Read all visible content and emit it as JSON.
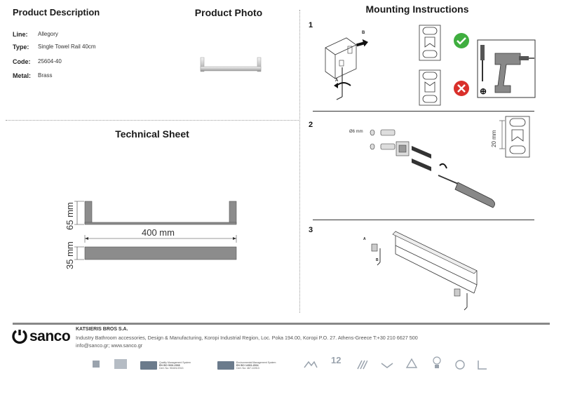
{
  "product_description": {
    "heading": "Product Description",
    "rows": [
      {
        "key": "Line:",
        "value": "Allegory"
      },
      {
        "key": "Type:",
        "value": "Single Towel Rail 40cm"
      },
      {
        "key": "Code:",
        "value": "25604-40"
      },
      {
        "key": "Metal:",
        "value": "Brass"
      }
    ]
  },
  "product_photo": {
    "heading": "Product Photo"
  },
  "technical_sheet": {
    "heading": "Technical Sheet",
    "dim_height": "65 mm",
    "dim_width": "400 mm",
    "dim_depth": "35 mm"
  },
  "mounting": {
    "heading": "Mounting Instructions",
    "steps": [
      "1",
      "2",
      "3"
    ],
    "step1": {
      "label_a": "A",
      "label_b": "B"
    },
    "step2": {
      "drill_label": "Ø6 mm",
      "spacing_label": "20 mm"
    },
    "step3": {
      "label_a": "A",
      "label_b": "B"
    }
  },
  "footer": {
    "logo_text": "sanco",
    "company": "KATSIERIS BROS S.A.",
    "address": "Industry Bathroom accessories, Design & Manufacturing, Koropi Industrial Region, Loc. Poka 194.00, Koropi P.O. 27. Athens-Greece  T:+30 210 6627 500",
    "contact": "info@sanco.gr; www.sanco.gr",
    "certs": [
      {
        "line1": "Quality Management System",
        "line2": "EN ISO 9001:2008",
        "line3": "Cert. No: 9040/1/2013"
      },
      {
        "line1": "Environmental Management System",
        "line2": "EN ISO 14001:2004",
        "line3": "Cert. No: 467-1/2013"
      }
    ],
    "warranty_years": "12"
  },
  "colors": {
    "accent_green": "#3fae3f",
    "accent_red": "#d9302b",
    "rail_gray": "#8c8c8c",
    "footer_bar": "#888888"
  }
}
